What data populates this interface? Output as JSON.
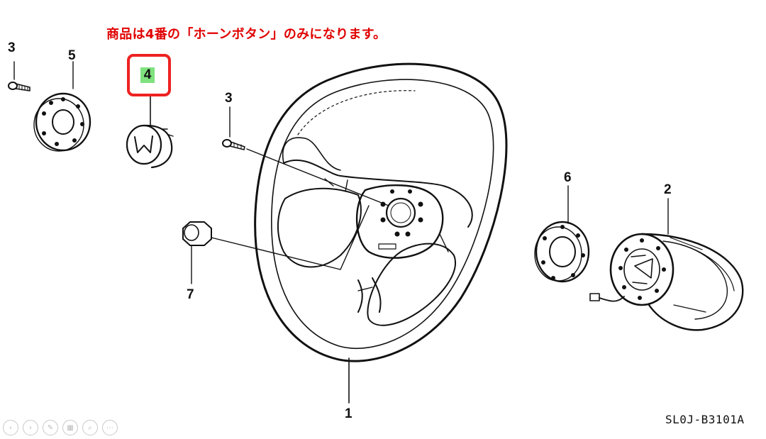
{
  "note": "商品は4番の「ホーンボタン」のみになります。",
  "labels": {
    "bolt_left": "3",
    "plate_left": "5",
    "horn_button": "4",
    "bolt_center": "3",
    "nut": "7",
    "ring": "6",
    "boss": "2",
    "wheel": "1"
  },
  "diagram_code": "SL0J-B3101A",
  "toolbar": [
    {
      "icon": "prev-icon",
      "glyph": "‹"
    },
    {
      "icon": "next-icon",
      "glyph": "›"
    },
    {
      "icon": "pen-icon",
      "glyph": "✎"
    },
    {
      "icon": "slides-icon",
      "glyph": "▦"
    },
    {
      "icon": "zoom-icon",
      "glyph": "⌕"
    },
    {
      "icon": "more-icon",
      "glyph": "⋯"
    }
  ],
  "colors": {
    "note": "#e00000",
    "highlight_border": "#e22222",
    "highlight_fill": "#7fe27f"
  }
}
